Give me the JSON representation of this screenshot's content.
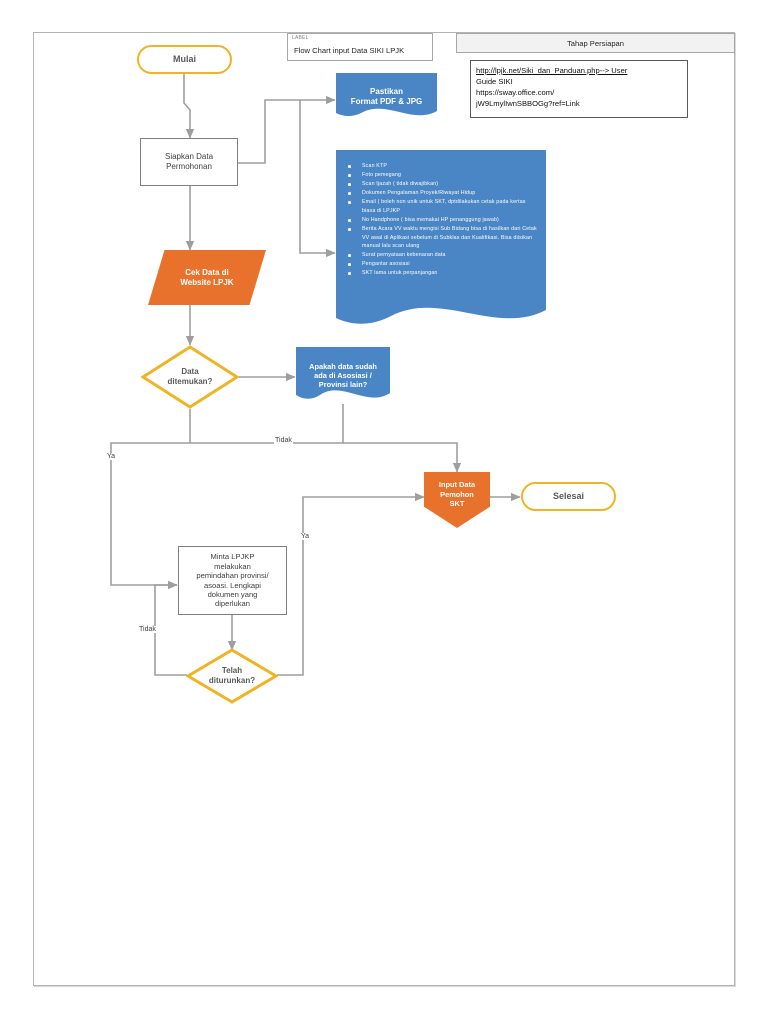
{
  "document": {
    "label_caption": "LABEL",
    "label_title": "Flow Chart input Data SIKI LPJK",
    "phase_title": "Tahap Persiapan"
  },
  "colors": {
    "gold": "#f0b323",
    "orange": "#e8722c",
    "blue": "#4a86c5",
    "grey_line": "#808080",
    "frame": "#b4b4b4"
  },
  "url_note": {
    "line1": "http://lpjk.net/Siki_dan_Panduan.php--> User",
    "line2": "Guide SIKI",
    "line3": "https://sway.office.com/",
    "line4": "jW9LmylIwnSBBOGg?ref=Link"
  },
  "nodes": {
    "start": {
      "label": "Mulai",
      "shape": "terminator"
    },
    "prepare": {
      "label": "Siapkan Data\nPermohonan",
      "shape": "process"
    },
    "format": {
      "label": "Pastikan\nFormat PDF & JPG",
      "shape": "document"
    },
    "check_web": {
      "label": "Cek  Data di\nWebsite LPJK",
      "shape": "parallelogram"
    },
    "data_found": {
      "label": "Data\nditemukan?",
      "shape": "decision"
    },
    "in_assoc": {
      "label": "Apakah data sudah\nada di Asosiasi /\nProvinsi lain?",
      "shape": "document"
    },
    "input_skt": {
      "label": "Input Data\nPemohon\nSKT",
      "shape": "chevron"
    },
    "finish": {
      "label": "Selesai",
      "shape": "terminator"
    },
    "request_move": {
      "label": "Minta LPJKP\nmelakukan\npemindahan provinsi/\nasoasi. Lengkapi\ndokumen yang\ndiperlukan",
      "shape": "process"
    },
    "lowered": {
      "label": "Telah\nditurunkan?",
      "shape": "decision"
    }
  },
  "requirements": {
    "items": [
      "Scan KTP",
      "Foto pemegang",
      "Scan Ijazah ( tidak diwajibkan)",
      "Dokumen  Pengalaman Proyek/Riwayat Hidup",
      "Email ( boleh non unik untuk SKT, dptdilakukan cetak pada kertas biasa di LPJKP",
      "No Handphone ( bisa memakai HP penanggung jawab)",
      "Berita Acara VV waktu mengisi Sub Bidang bisa di hasilkan dari Cetak VV awal di Aplikasi sebelum di Subklas dan Kualifikasi. Bisa diisikan manual lalu scan ulang",
      "Surat pernyataan kebenaran data",
      "Pengantar asosiasi",
      "SKT lama untuk perpanjangan"
    ]
  },
  "edge_labels": {
    "tidak_top": "Tidak",
    "ya_left": "Ya",
    "ya_mid": "Ya",
    "tidak_low": "Tidak"
  }
}
